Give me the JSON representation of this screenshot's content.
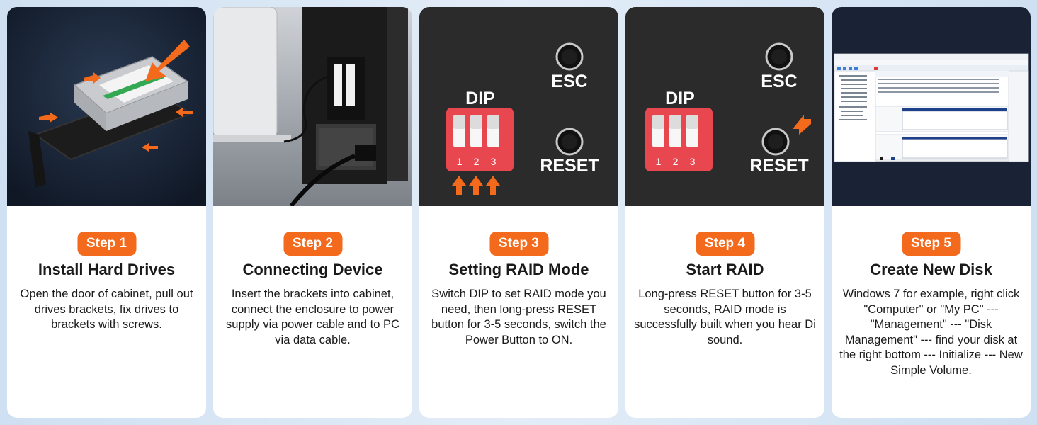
{
  "steps": [
    {
      "badge": "Step 1",
      "title": "Install Hard Drives",
      "description": "Open the door of cabinet, pull out drives brackets, fix drives to brackets with screws."
    },
    {
      "badge": "Step 2",
      "title": "Connecting Device",
      "description": "Insert the brackets into cabinet, connect the enclosure to power supply via power cable and to PC via data cable."
    },
    {
      "badge": "Step 3",
      "title": "Setting RAID Mode",
      "description": "Switch DIP to set RAID mode you need, then long-press RESET button for 3-5 seconds, switch the Power Button to ON.",
      "panel": {
        "dip": "DIP",
        "esc": "ESC",
        "reset": "RESET",
        "switch_numbers": [
          "1",
          "2",
          "3"
        ]
      }
    },
    {
      "badge": "Step 4",
      "title": "Start RAID",
      "description": "Long-press RESET button for 3-5 seconds, RAID mode is successfully built when you hear Di sound.",
      "panel": {
        "dip": "DIP",
        "esc": "ESC",
        "reset": "RESET",
        "switch_numbers": [
          "1",
          "2",
          "3"
        ]
      }
    },
    {
      "badge": "Step 5",
      "title": "Create New Disk",
      "description": "Windows 7 for example, right click \"Computer\" or \"My PC\" --- \"Management\" --- \"Disk Management\" --- find your disk at the right bottom --- Initialize --- New Simple Volume."
    }
  ],
  "colors": {
    "accent": "#f36a1d",
    "panel_dark": "#2b2b2b",
    "dip_red": "#e8474f",
    "background": "#dce8f5"
  },
  "icons": [
    "hard-drive-icon",
    "arrow-icon",
    "server-icon",
    "dip-switch-icon",
    "button-icon",
    "window-icon"
  ]
}
